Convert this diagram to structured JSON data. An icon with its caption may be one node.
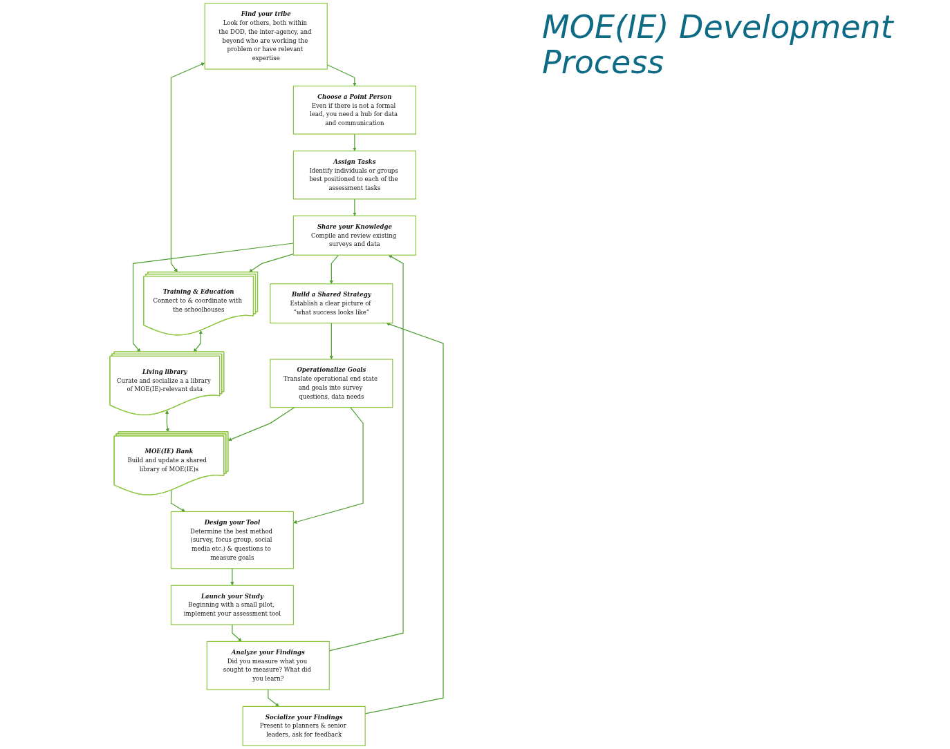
{
  "diagram": {
    "title": "MOE(IE) Development Process",
    "nodes": [
      {
        "text": [
          "Find your tribe",
          "Look for others, both within the DOD, the inter-agency, and beyond who are working the problem or have relevant expertise"
        ]
      },
      {
        "text": [
          "Choose a Point Person",
          "Even if there is not a formal lead, you need a hub for data and communication"
        ]
      },
      {
        "text": [
          "Assign Tasks",
          "Identify individuals or groups best positioned to each of the assessment tasks"
        ]
      },
      {
        "text": [
          "Share your Knowledge",
          "Compile and review existing surveys and data"
        ]
      },
      {
        "text": [
          "Build a Shared Strategy",
          "Establish a clear picture of “what success looks like”"
        ]
      },
      {
        "text": [
          "Operationalize Goals",
          "Translate operational end state and goals into survey questions, data needs"
        ]
      },
      {
        "text": [
          "Training & Education",
          "Connect to & coordinate with the schoolhouses"
        ]
      },
      {
        "text": [
          "Living library",
          "Curate and socialize a a library of MOE(IE)-relevant data"
        ]
      },
      {
        "text": [
          "MOE(IE) Bank",
          "Build and update a shared  library of MOE(IE)s"
        ]
      },
      {
        "text": [
          "Design your Tool",
          "Determine the best method (survey, focus group, social media etc.) & questions to measure goals"
        ]
      },
      {
        "text": [
          "Launch your Study",
          "Beginning with a small pilot, implement your assessment tool"
        ]
      },
      {
        "text": [
          "Analyze your Findings",
          "Did you measure what you sought to measure? What did you learn?"
        ]
      },
      {
        "text": [
          "Socialize your Findings",
          "Present to planners & senior leaders, ask for feedback"
        ]
      }
    ],
    "edges": [
      {
        "from": 0,
        "to": 1,
        "arrow": "to"
      },
      {
        "from": 1,
        "to": 2,
        "arrow": "to"
      },
      {
        "from": 2,
        "to": 3,
        "arrow": "to"
      },
      {
        "from": 3,
        "to": 4,
        "arrow": "to"
      },
      {
        "from": 4,
        "to": 5,
        "arrow": "to"
      },
      {
        "from": 0,
        "to": 6,
        "arrow": "both"
      },
      {
        "from": 3,
        "to": 6,
        "arrow": "to"
      },
      {
        "from": 3,
        "to": 7,
        "arrow": "to"
      },
      {
        "from": 6,
        "to": 7,
        "arrow": "both"
      },
      {
        "from": 7,
        "to": 8,
        "arrow": "both"
      },
      {
        "from": 5,
        "to": 8,
        "arrow": "to"
      },
      {
        "from": 8,
        "to": 9,
        "arrow": "to"
      },
      {
        "from": 5,
        "to": 9,
        "arrow": "to"
      },
      {
        "from": 9,
        "to": 10,
        "arrow": "to"
      },
      {
        "from": 10,
        "to": 11,
        "arrow": "to"
      },
      {
        "from": 11,
        "to": 12,
        "arrow": "to"
      },
      {
        "from": 11,
        "to": 3,
        "arrow": "to"
      },
      {
        "from": 12,
        "to": 4,
        "arrow": "to"
      }
    ]
  }
}
